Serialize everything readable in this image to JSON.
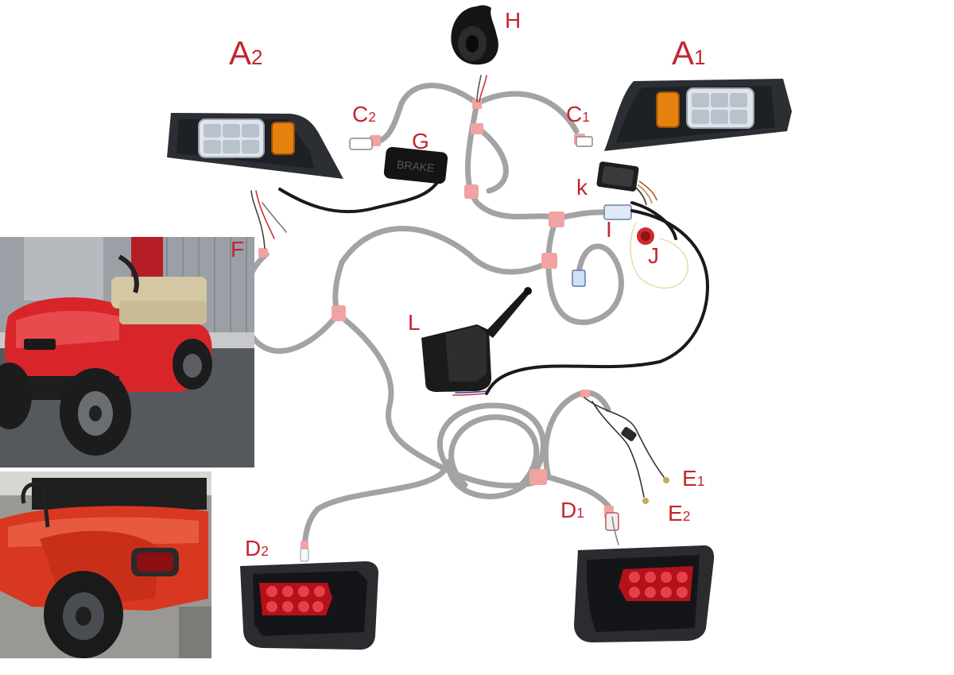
{
  "labels": {
    "A2": {
      "main": "A",
      "sub": "2"
    },
    "A1": {
      "main": "A",
      "sub": "1"
    },
    "H": {
      "main": "H",
      "sub": ""
    },
    "C2": {
      "main": "C",
      "sub": "2"
    },
    "C1": {
      "main": "C",
      "sub": "1"
    },
    "G": {
      "main": "G",
      "sub": ""
    },
    "K": {
      "main": "k",
      "sub": ""
    },
    "I": {
      "main": "I",
      "sub": ""
    },
    "J": {
      "main": "J",
      "sub": ""
    },
    "F": {
      "main": "F",
      "sub": ""
    },
    "L": {
      "main": "L",
      "sub": ""
    },
    "E1": {
      "main": "E",
      "sub": "1"
    },
    "E2": {
      "main": "E",
      "sub": "2"
    },
    "D1": {
      "main": "D",
      "sub": "1"
    },
    "D2": {
      "main": "D",
      "sub": "2"
    }
  },
  "brake_switch_text": "BRAKE",
  "colors": {
    "label_red": "#c4262e",
    "harness_gray": "#9a9a9a",
    "connector_pink": "#f2a0a0",
    "cart_red": "#d8252a",
    "taillight_red": "#c0141c"
  }
}
